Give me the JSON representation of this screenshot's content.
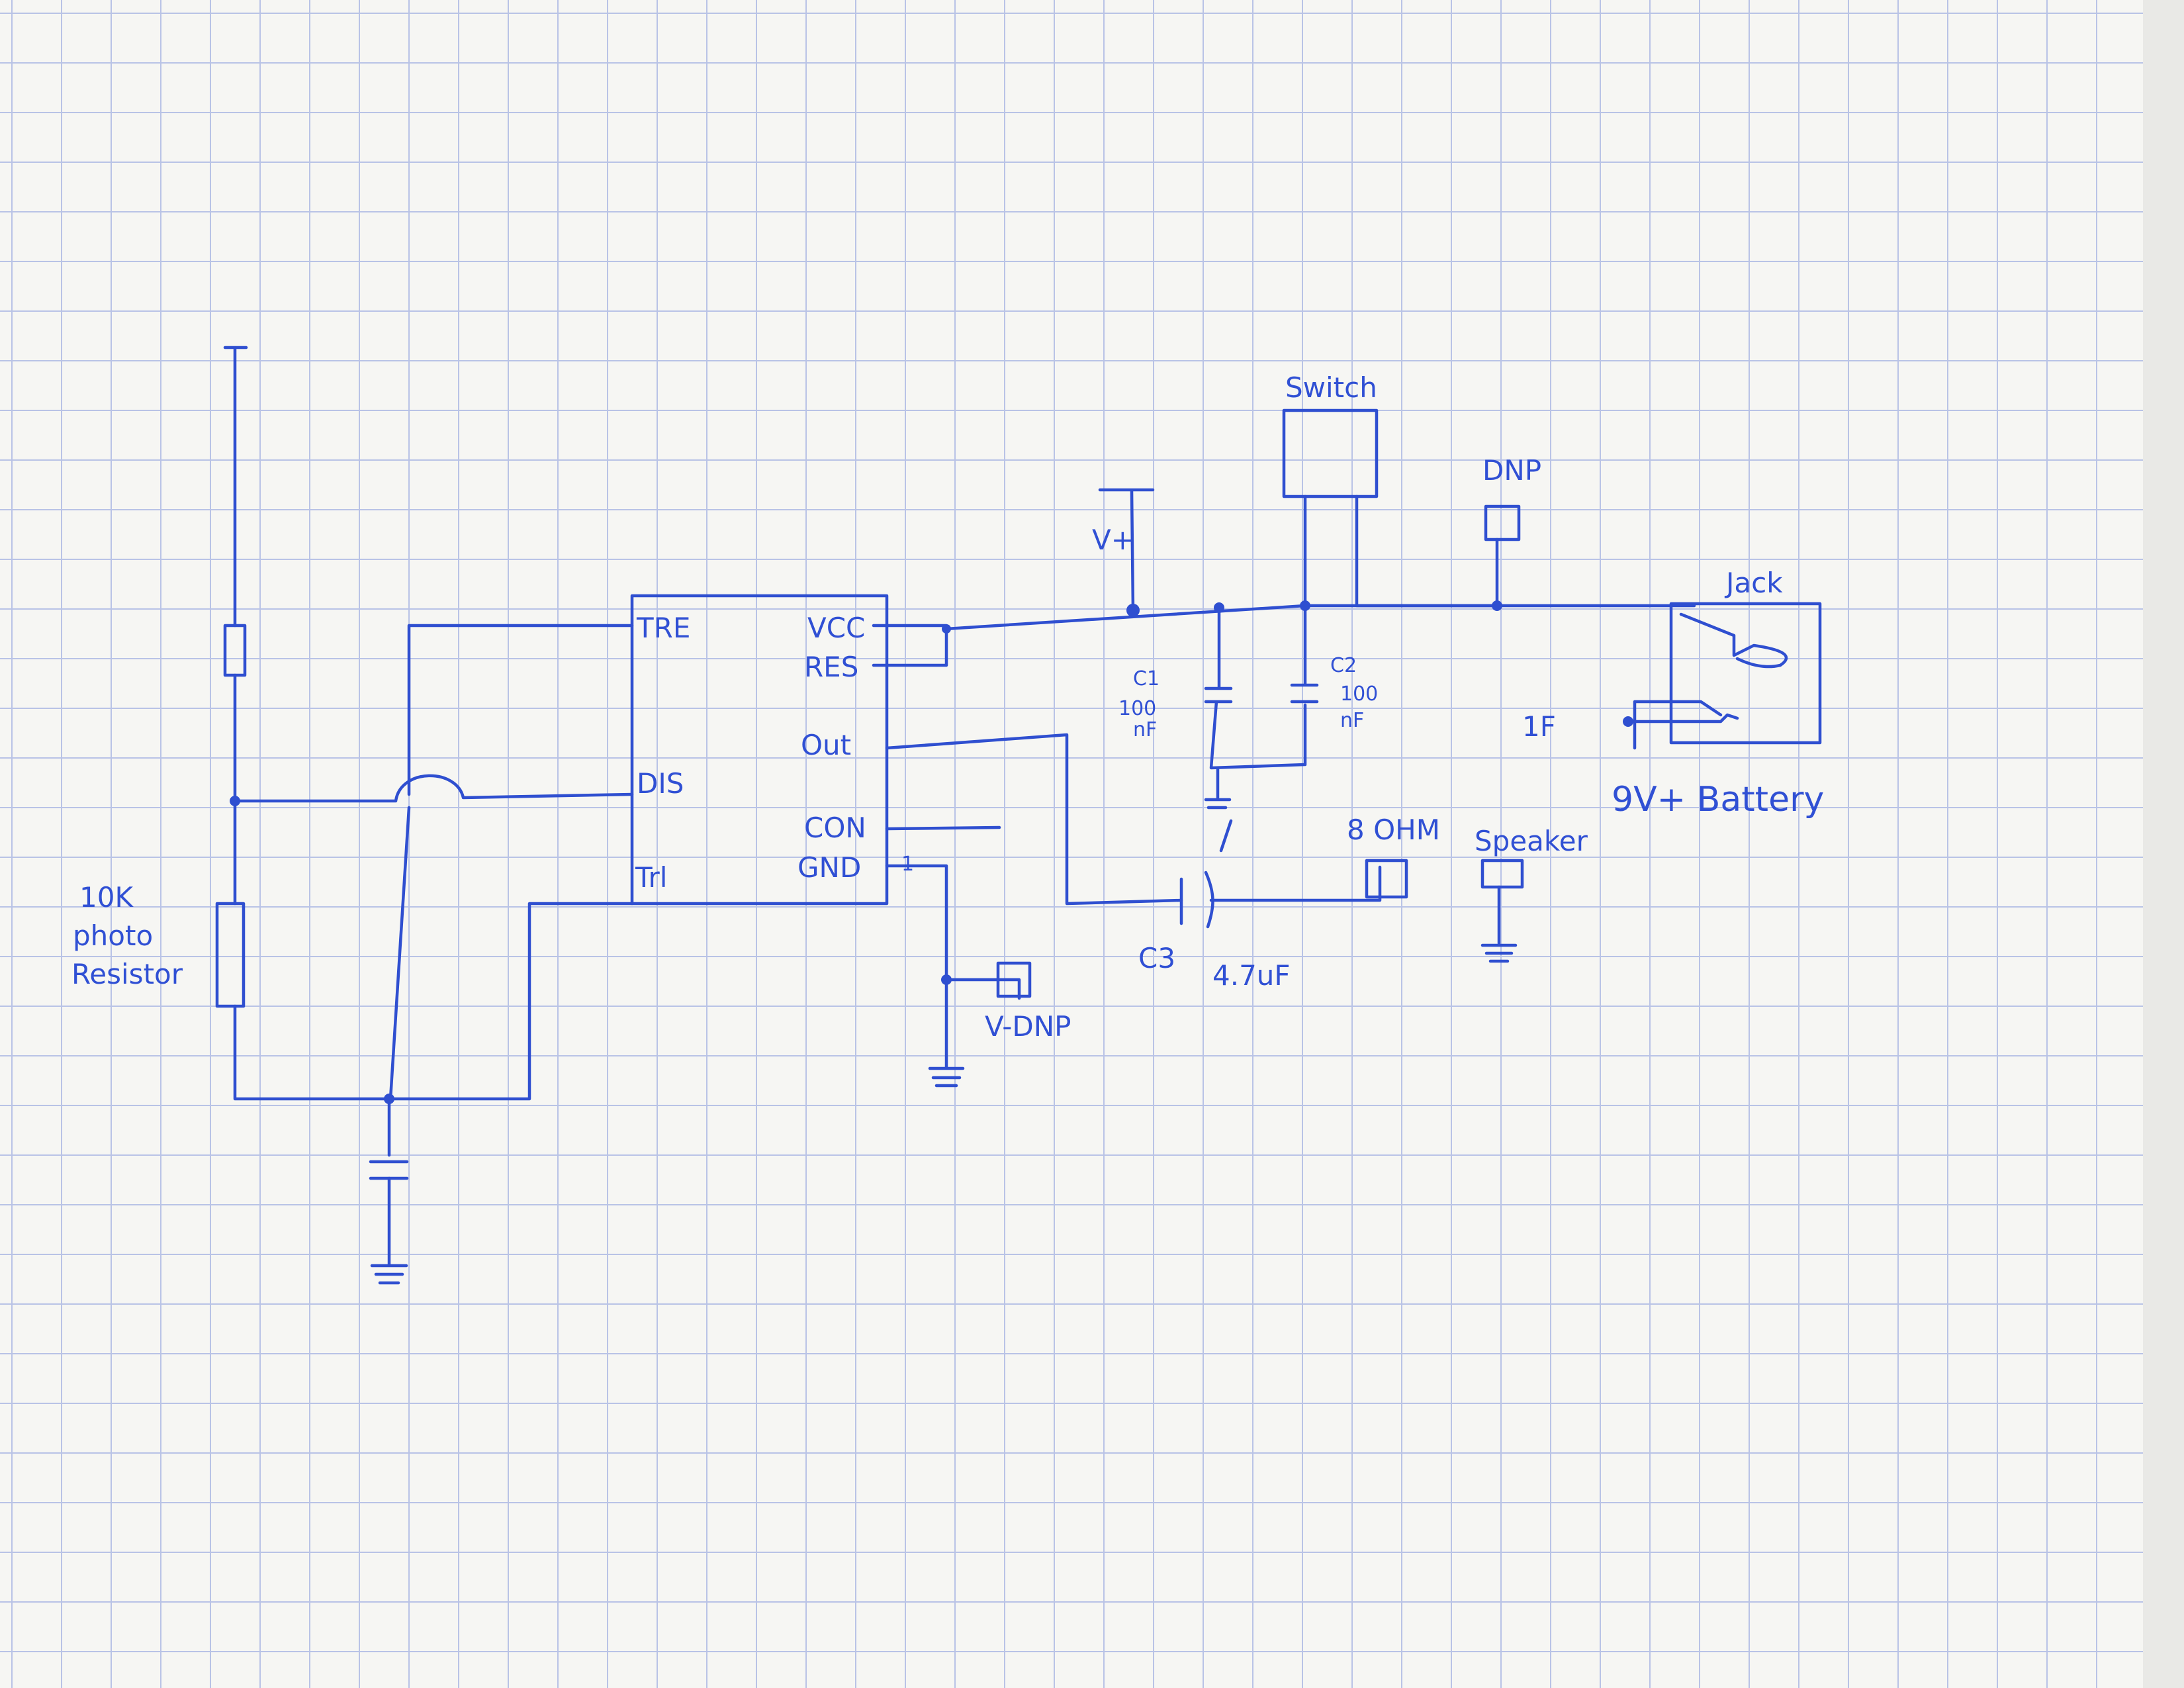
{
  "paper": {
    "background": "#f6f6f3",
    "grid_color": "#b9c3e6",
    "ink_color": "#2f4fd0"
  },
  "labels": {
    "ic_pins": {
      "tre": "TRE",
      "vcc": "VCC",
      "res": "RES",
      "dis": "DIS",
      "out": "Out",
      "con": "CON",
      "gnd": "GND",
      "trl": "Trl"
    },
    "pin1": "1",
    "photo_resistor": [
      "10K",
      "photo",
      "Resistor"
    ],
    "vplus": "V+",
    "switch": "Switch",
    "dnp_top": "DNP",
    "jack": "Jack",
    "c1": {
      "name": "C1",
      "value_line1": "100",
      "value_line2": "nF"
    },
    "c2": {
      "name": "C2",
      "value_line1": "100",
      "value_line2": "nF"
    },
    "c3": "C3",
    "c3_value": "4.7uF",
    "ohm": "8 OHM",
    "speaker": "Speaker",
    "one_f": "1F",
    "battery": "9V+ Battery",
    "vdnp": "V-DNP"
  }
}
